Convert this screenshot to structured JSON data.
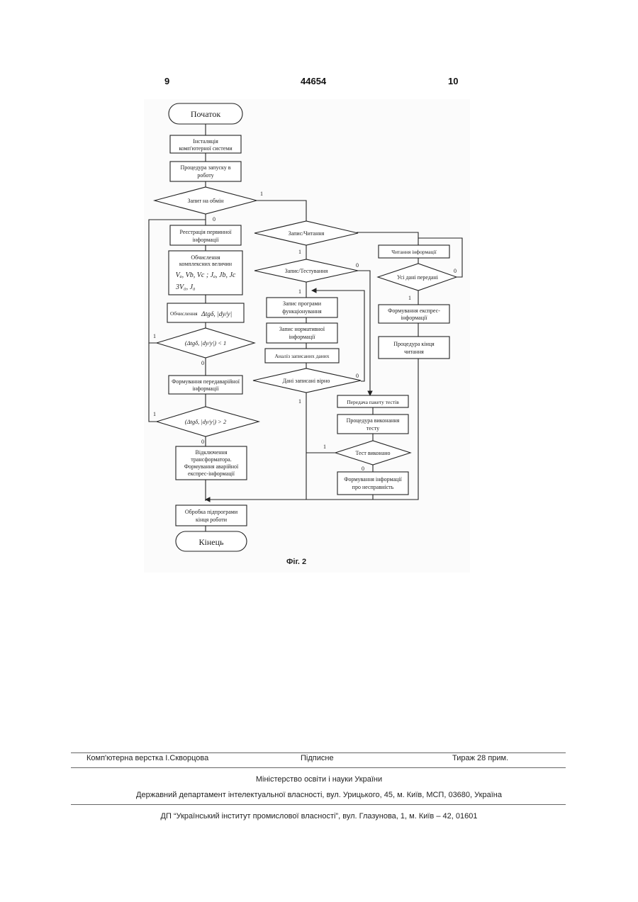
{
  "header": {
    "page_left": "9",
    "patent_number": "44654",
    "page_right": "10"
  },
  "flowchart": {
    "start": "Початок",
    "init": [
      "Інсталяція",
      "комп'ютерної системи"
    ],
    "launch": [
      "Процедура запуску в",
      "роботу"
    ],
    "exchange_request": "Запит на обмін",
    "register_primary": [
      "Реєстрація первинної",
      "інформації"
    ],
    "compute_complex": [
      "Обчислення",
      "комплексних величин"
    ],
    "formula_vabc": "Vₐ, Vb, Vc ; Jₐ, Jb, Jc",
    "formula_3v0": "3V₀, J₀",
    "compute_label": "Обчислення",
    "formula_dtg": "Δtgδ, |dy/y|",
    "cond_lt1": "(Δtgδ, |dy/y|) < 1",
    "form_prealarm": [
      "Формування передаварійної",
      "інформації"
    ],
    "cond_gt2": "(Δtgδ, |dy/y|) > 2",
    "disconnect": [
      "Відключення",
      "трансформатора.",
      "Формування аварійної",
      "експрес-інформації"
    ],
    "end_routine": [
      "Обробка підпрограми",
      "кінця роботи"
    ],
    "end": "Кінець",
    "write_read": "Запис/Читання",
    "write_test": "Запис/Тестування",
    "write_program": [
      "Запис програми",
      "функціонування"
    ],
    "write_normative": [
      "Запис нормативної",
      "інформації"
    ],
    "analyze_data": "Аналіз записаних даних",
    "data_correct": "Дані записані вірно",
    "send_tests": "Передача пакету тестів",
    "test_procedure": [
      "Процедура виконання",
      "тесту"
    ],
    "test_done": "Тест виконано",
    "form_fault": [
      "Формування інформації",
      "про несправність"
    ],
    "read_info": "Читання інформації",
    "all_sent": "Усі дані передані",
    "form_express": [
      "Формування експрес-",
      "інформації"
    ],
    "read_end": [
      "Процедура кінця",
      "читання"
    ],
    "label_0": "0",
    "label_1": "1",
    "caption": "Фіг. 2"
  },
  "imprint": {
    "layout_by": "Комп'ютерна верстка І.Скворцова",
    "signed": "Підписне",
    "circulation": "Тираж 28 прим.",
    "ministry": "Міністерство освіти і науки України",
    "department": "Державний департамент інтелектуальної власності, вул. Урицького, 45, м. Київ, МСП, 03680, Україна",
    "institute": "ДП “Український інститут промислової власності”, вул. Глазунова, 1, м. Київ – 42, 01601"
  }
}
